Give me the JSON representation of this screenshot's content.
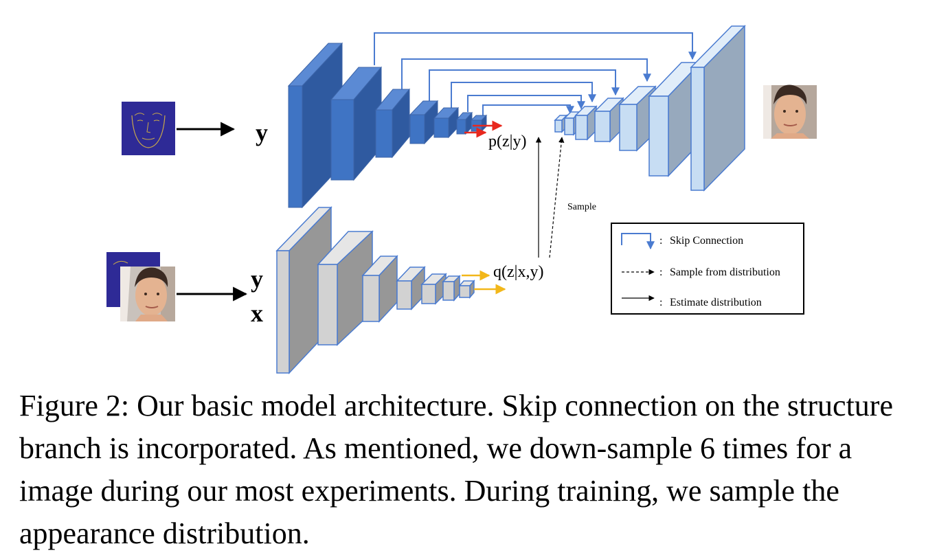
{
  "diagram": {
    "structure_input_label": "y",
    "appearance_input_labels": [
      "y",
      "x"
    ],
    "prior_label": "p(z|y)",
    "posterior_label": "q(z|x,y)",
    "sample_label": "Sample",
    "legend": {
      "skip": "Skip Connection",
      "sample": "Sample from distribution",
      "estimate": "Estimate distribution",
      "separator": ":"
    },
    "colors": {
      "encoder_blue_front": "#3f74c4",
      "encoder_blue_side": "#2f5aa0",
      "encoder_blue_top": "#5b8ad4",
      "decoder_front": "#c7ddf3",
      "decoder_side": "#97a9bd",
      "grey_front": "#d2d2d2",
      "grey_side": "#979797",
      "skip_line": "#4a7bd0",
      "prior_arrow": "#e8281e",
      "posterior_arrow": "#f2b71a",
      "landmark_bg": "#2e2a96",
      "landmark_line": "#c9a94a"
    },
    "icons": [
      "face-landmark-image",
      "face-photo-output",
      "face-photo-input"
    ]
  },
  "caption": {
    "label": "Figure 2:",
    "text": "Our basic model architecture. Skip connection on the structure branch is incorporated. As mentioned, we down-sample 6 times for a image during our most experiments. During training, we sample the appearance distribution."
  }
}
